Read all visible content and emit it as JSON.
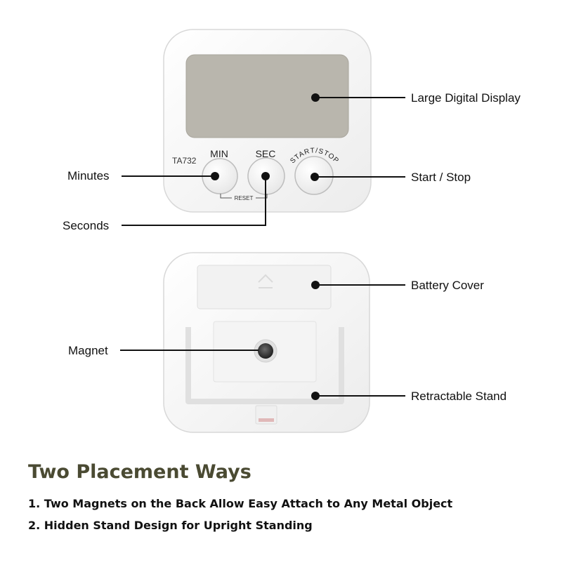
{
  "front": {
    "model": "TA732",
    "buttons": {
      "min": "MIN",
      "sec": "SEC",
      "start_stop": "START/STOP"
    },
    "reset_label": "RESET"
  },
  "callouts": {
    "large_display": "Large Digital Display",
    "minutes": "Minutes",
    "start_stop": "Start / Stop",
    "seconds": "Seconds",
    "battery_cover": "Battery Cover",
    "magnet": "Magnet",
    "retractable_stand": "Retractable Stand"
  },
  "caption": {
    "title": "Two Placement Ways",
    "items": [
      "1. Two Magnets on the Back Allow Easy Attach to Any Metal Object",
      "2. Hidden Stand Design for Upright Standing"
    ]
  },
  "colors": {
    "display": "#b9b6ad",
    "device_body": "#f7f7f7",
    "heading": "#4a4a32"
  }
}
